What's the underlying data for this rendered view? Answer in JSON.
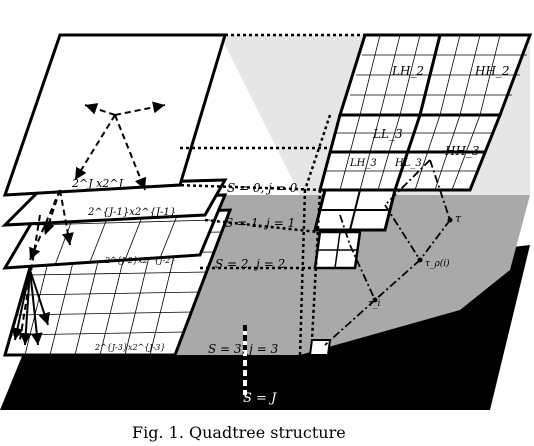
{
  "labels": {
    "level0_size": "2^J x2^J",
    "level1_size": "2^{J-1}x2^{J-1}",
    "level2_size": "2^{J-2}x2^{J-2}",
    "level3_size": "2^{J-3}x2^{J-3}",
    "lh2": "LH_2",
    "hh2": "HH_2",
    "ll3": "LL_3",
    "lh3": "LH_3",
    "hl3": "HL_3",
    "hh3": "HH_3",
    "s0": "S = 0, j = 0",
    "s1": "S = 1, j = 1",
    "s2": "S = 2, j = 2",
    "s3": "S = 3, j = 3",
    "sj": "S = J",
    "tau": "τ",
    "tau_rho": "τ_ρ(i)",
    "tau_i": "τ_i"
  },
  "caption": "Fig. 1. Quadtree structure"
}
